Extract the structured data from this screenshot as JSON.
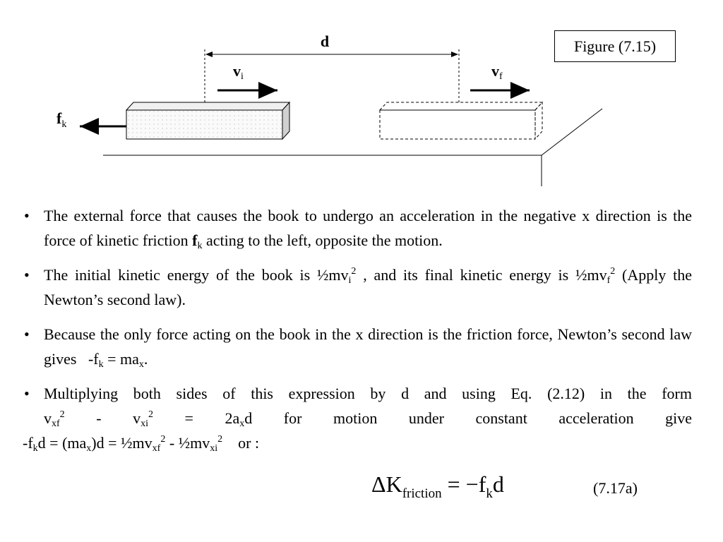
{
  "figure": {
    "label": "Figure (7.15)",
    "distance_label": "d",
    "vi": {
      "main": "v",
      "sub": "i"
    },
    "vf": {
      "main": "v",
      "sub": "f"
    },
    "fk": {
      "main": "f",
      "sub": "k"
    }
  },
  "bullets": {
    "b1": {
      "text_a": "The external force that causes the book to undergo an acceleration in the negative x direction is the force of kinetic friction ",
      "f_main": "f",
      "f_sub": "k",
      "text_b": " acting to the left, opposite the motion."
    },
    "b2": {
      "t1": "The initial kinetic energy of the book is ½mv",
      "s1": "i",
      "p1": "2",
      "t2": " , and its final kinetic energy is ½mv",
      "s2": "f",
      "p2": "2",
      "t3": " (Apply the Newton’s second law)."
    },
    "b3": {
      "t1": "Because the only force acting on the book in the x direction is the friction force, Newton’s second law gives   -f",
      "s1": "k",
      "t2": " = ma",
      "s2": "x",
      "t3": "."
    },
    "b4": {
      "line1": "Multiplying both sides of this expression by d and using Eq. (2.12) in the form",
      "l2_v1": "v",
      "l2_s1": "xf",
      "l2_p1": "2",
      "l2_minus": " - ",
      "l2_v2": "v",
      "l2_s2": "xi",
      "l2_p2": "2",
      "l2_eq": " = ",
      "l2_a": "2a",
      "l2_s3": "x",
      "l2_d": "d",
      "l2_rest": "for motion under constant acceleration give",
      "l3_a": "-f",
      "l3_s1": "k",
      "l3_b": "d = (ma",
      "l3_s2": "x",
      "l3_c": ")d = ½mv",
      "l3_s3": "xf",
      "l3_p3": "2",
      "l3_d": " - ½mv",
      "l3_s4": "xi",
      "l3_p4": "2",
      "l3_e": "    or :"
    }
  },
  "equation": {
    "lhs": "ΔK",
    "lhs_sub": "friction",
    "op": "=",
    "rhs_a": "−f",
    "rhs_sub": "k",
    "rhs_b": "d",
    "number": "(7.17a)"
  }
}
